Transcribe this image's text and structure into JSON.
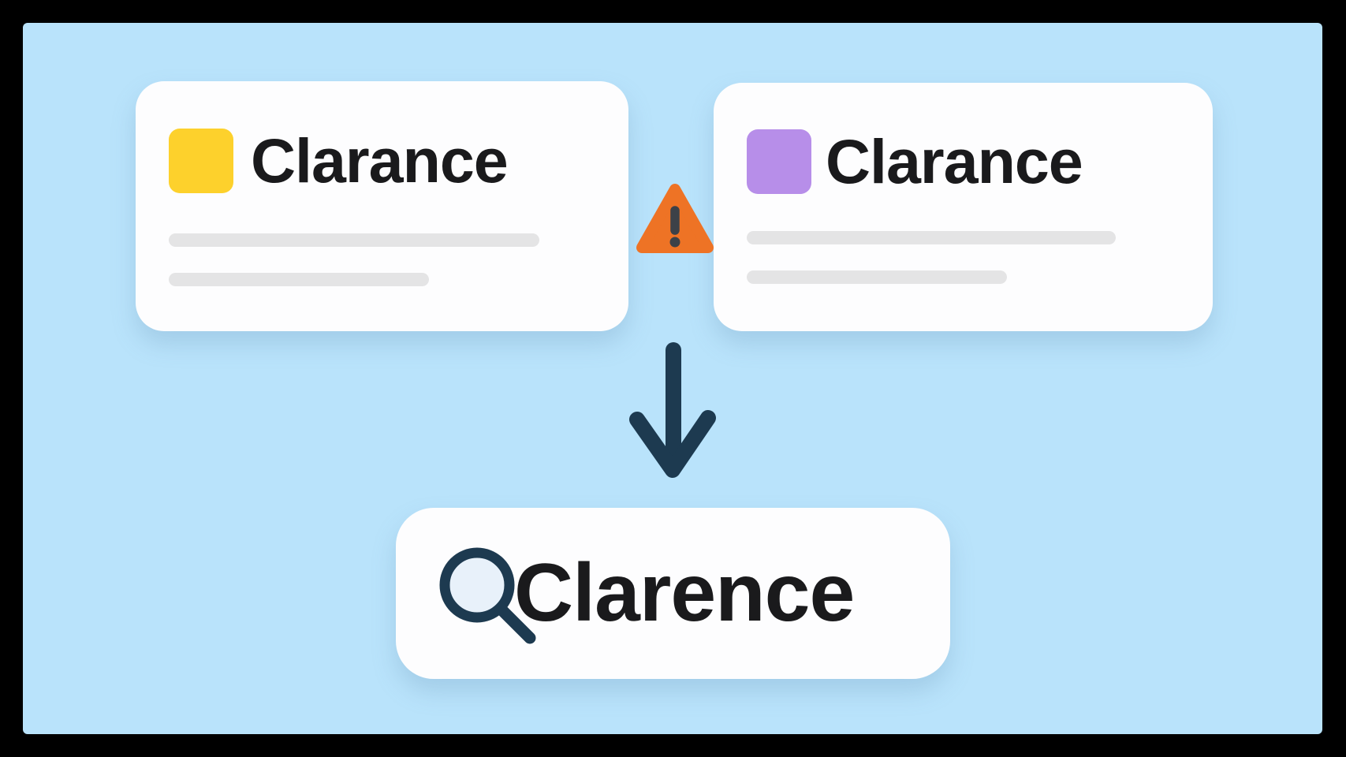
{
  "palette": {
    "frame": "#000000",
    "background": "#b9e3fb",
    "card": "#fdfdfe",
    "placeholder_bar": "#e4e4e5",
    "text": "#1a1a1c"
  },
  "cards": [
    {
      "name": "Clarance",
      "swatch": "#fdd12c",
      "swatch_icon": "yellow-swatch"
    },
    {
      "name": "Clarance",
      "swatch": "#b78ee9",
      "swatch_icon": "purple-swatch"
    }
  ],
  "warning": {
    "icon": "warning-triangle-icon",
    "color": "#ee7325",
    "mark_color": "#3c4148"
  },
  "arrow": {
    "icon": "down-arrow-icon",
    "color": "#1d3a50"
  },
  "search": {
    "query": "Clarence",
    "icon": "search-icon",
    "icon_color": "#1d3a50",
    "lens_fill": "#e8f1fa"
  }
}
